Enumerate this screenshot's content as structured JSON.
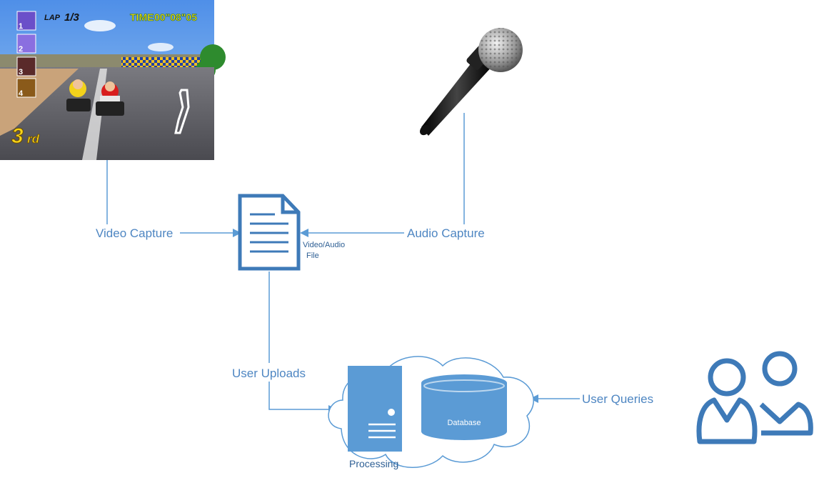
{
  "colors": {
    "flow": "#5b9bd5",
    "label": "#4e86c2",
    "icon_fill": "#5b9bd5",
    "icon_stroke": "#3e7ab8",
    "db_top": "#bdd7ee",
    "small_text": "#2e5f94"
  },
  "game_screenshot": {
    "lap_label": "LAP",
    "lap_value": "1/3",
    "time_label": "TIME",
    "time_value": "00\"08\"05",
    "position": "3",
    "position_suffix": "rd",
    "racer_ranks": [
      "1",
      "2",
      "3",
      "4"
    ]
  },
  "edges": {
    "video_capture": "Video Capture",
    "audio_capture": "Audio Capture",
    "user_uploads": "User Uploads",
    "user_queries": "User Queries"
  },
  "nodes": {
    "file_line1": "Video/Audio",
    "file_line2": "File",
    "database": "Database",
    "processing": "Processing"
  },
  "icons": {
    "microphone": "microphone-icon",
    "document": "document-icon",
    "server": "server-icon",
    "database": "database-icon",
    "cloud": "cloud-icon",
    "users": "users-icon"
  }
}
